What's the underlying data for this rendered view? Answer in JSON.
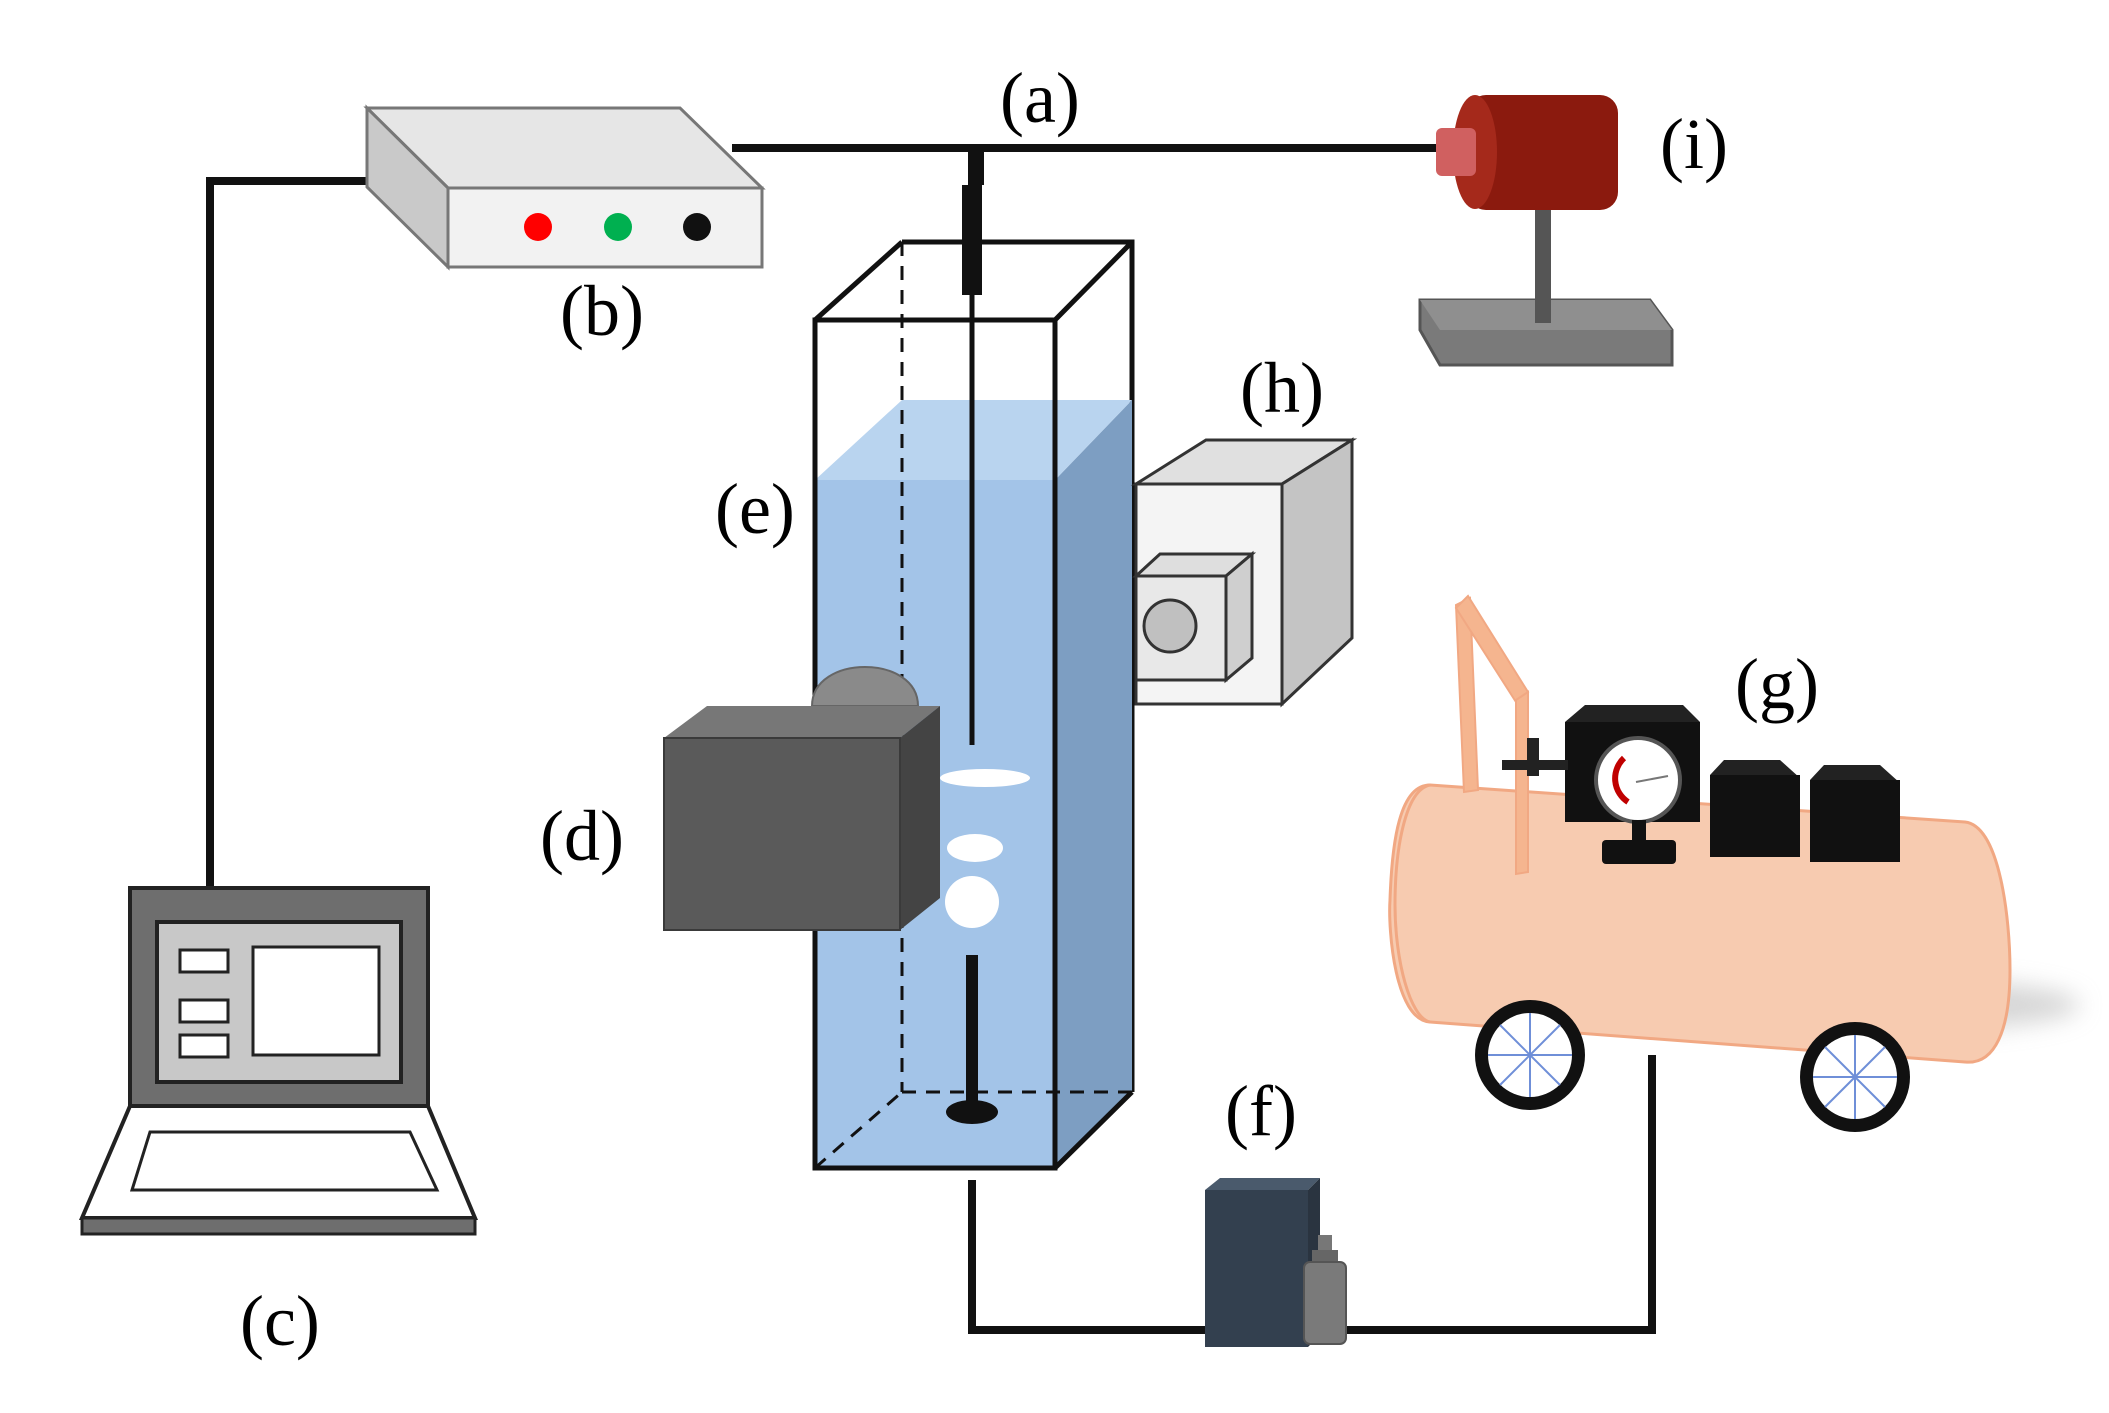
{
  "labels": {
    "a": "(a)",
    "b": "(b)",
    "c": "(c)",
    "d": "(d)",
    "e": "(e)",
    "f": "(f)",
    "g": "(g)",
    "h": "(h)",
    "i": "(i)"
  },
  "colors": {
    "wire": "#111111",
    "water": "#a3c4e8",
    "water_top": "#b9d4ef",
    "water_side": "#7d9ec2",
    "controller_face": "#f2f2f2",
    "controller_top": "#e6e6e6",
    "controller_side": "#c9c9c9",
    "light_body": "#8b1a0e",
    "light_cap": "#d06060",
    "stand_base": "#7a7a7a",
    "camera_front": "#5a5a5a",
    "camera_top": "#777777",
    "camera_side": "#444444",
    "pump": "#33404f",
    "compressor": "#f7cbb0",
    "handle": "#f5b58f",
    "laptop_frame": "#6e6e6e",
    "laptop_screen": "#c8c8c8"
  },
  "indicators": [
    "#ff0000",
    "#00b050",
    "#111111"
  ]
}
